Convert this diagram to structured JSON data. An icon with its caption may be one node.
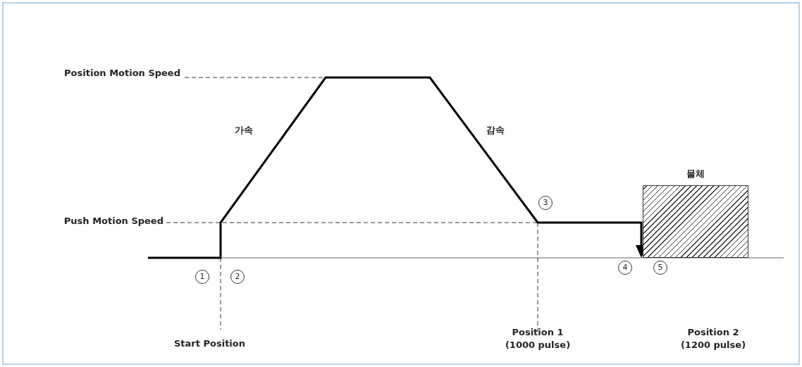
{
  "diagram": {
    "nodes": [
      {
        "text": [
          "물체"
        ]
      }
    ],
    "labels": [
      "Position Motion Speed",
      "가속",
      "감속",
      "3",
      "Push Motion Speed",
      "1",
      "2",
      "4",
      "5",
      "Start Position",
      "Position 1 (1000 pulse)",
      "Position 2 (1200 pulse)"
    ]
  }
}
